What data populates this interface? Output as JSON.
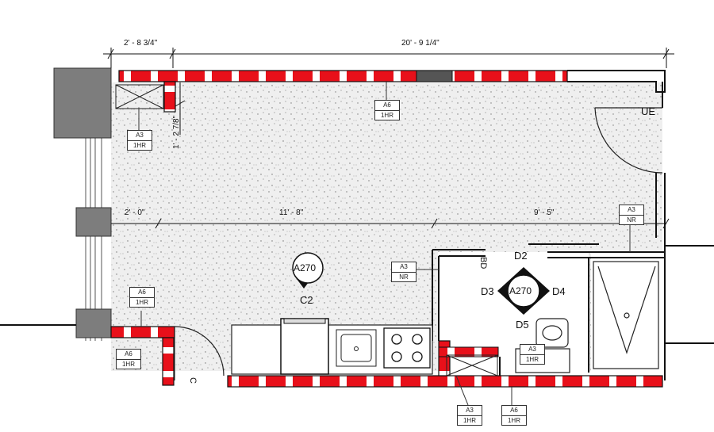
{
  "dimensions": {
    "top_left": "2' - 8 3/4\"",
    "top_main": "20' - 9 1/4\"",
    "vertical": "1' - 2 7/8\"",
    "mid_left": "2' - 0\"",
    "mid_center": "11' - 8\"",
    "mid_right": "9' - 5\""
  },
  "labels": {
    "ue": "UE",
    "bd": "BD",
    "c": "C",
    "d2": "D2",
    "d3": "D3",
    "d4": "D4",
    "d5": "D5"
  },
  "section_marker": {
    "ref": "A270",
    "name": "C2"
  },
  "elevation_marker": {
    "ref": "A270"
  },
  "wall_tags": [
    {
      "code": "A3",
      "rating": "1HR"
    },
    {
      "code": "A6",
      "rating": "1HR"
    },
    {
      "code": "A3",
      "rating": "NR"
    },
    {
      "code": "A3",
      "rating": "NR"
    },
    {
      "code": "A6",
      "rating": "1HR"
    },
    {
      "code": "A6",
      "rating": "1HR"
    },
    {
      "code": "A3",
      "rating": "1HR"
    },
    {
      "code": "A3",
      "rating": "1HR"
    },
    {
      "code": "A6",
      "rating": "1HR"
    }
  ],
  "colors": {
    "fire_wall_red": "#e8101a",
    "fire_wall_white": "#ffffff",
    "floor_fill": "#eeeeee",
    "line": "#111111",
    "column_gray": "#808080"
  }
}
